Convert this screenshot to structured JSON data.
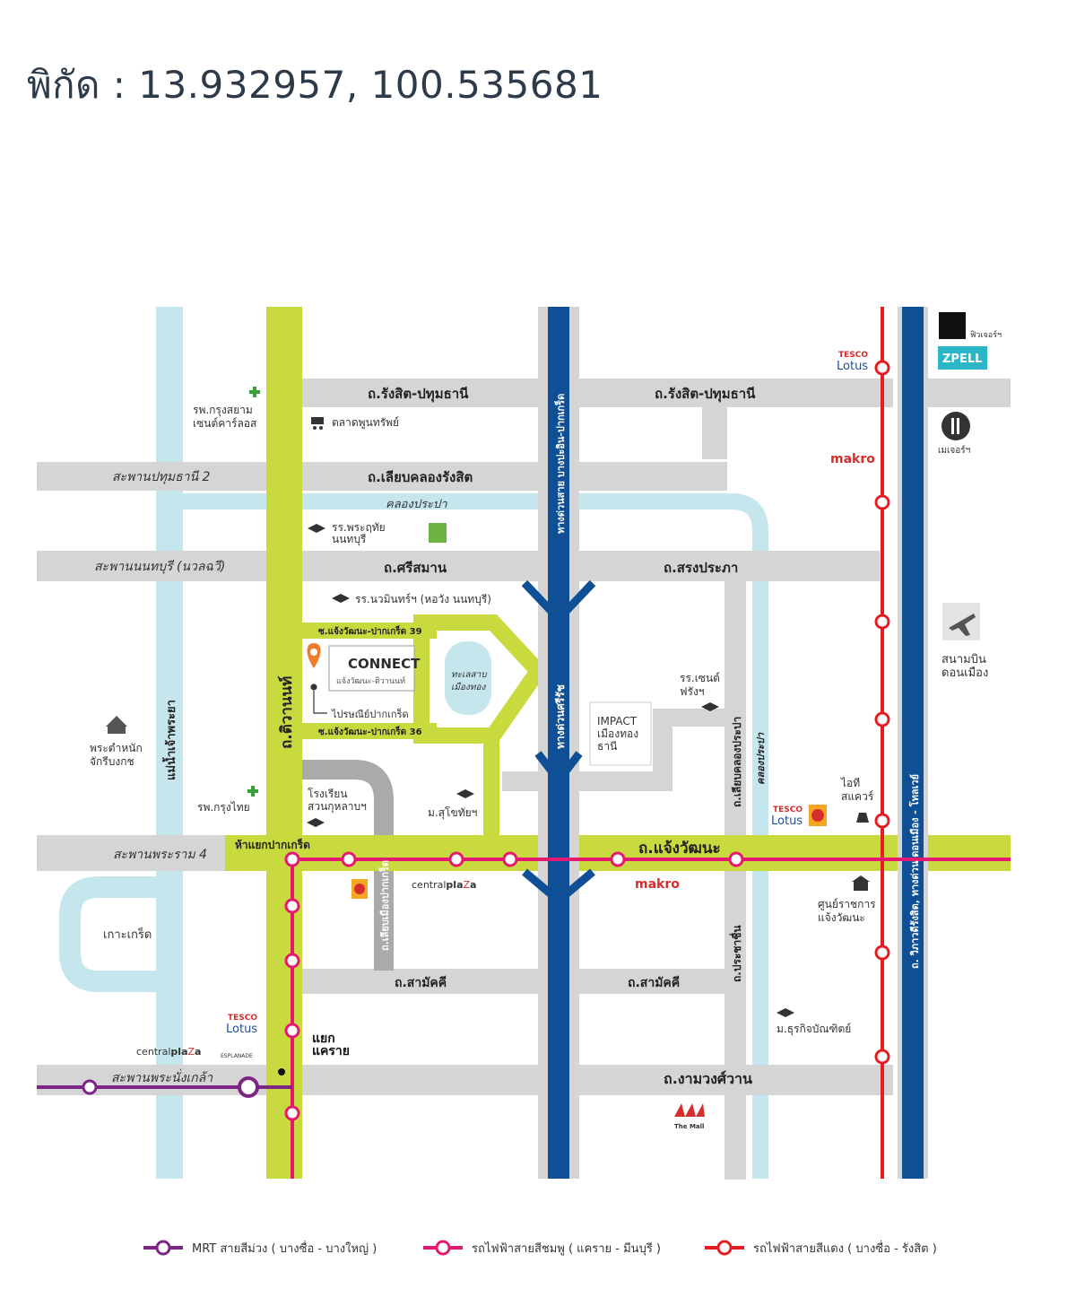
{
  "header": {
    "coordinates": "พิกัด : 13.932957, 100.535681"
  },
  "colors": {
    "road_grey": "#d5d5d5",
    "road_lime": "#c9da3e",
    "canal_blue": "#c6e6ee",
    "expressway_blue": "#0e4f95",
    "red_line": "#e31e24",
    "pink_line": "#e5196f",
    "purple_line": "#7b2584"
  },
  "map": {
    "roads": {
      "rangsit_pathum_1": "ถ.รังสิต-ปทุมธานี",
      "rangsit_pathum_2": "ถ.รังสิต-ปทุมธานี",
      "liab_rangsit": "ถ.เลียบคลองรังสิต",
      "sri_saman": "ถ.ศรีสมาน",
      "song_prapa": "ถ.สรงประภา",
      "chaengwattana": "ถ.แจ้งวัฒนะ",
      "samakkhi_1": "ถ.สามัคคี",
      "samakkhi_2": "ถ.สามัคคี",
      "ngam_wong_wan": "ถ.งามวงศ์วาน",
      "tiwanon": "ถ.ติวานนท์",
      "expressway_1": "ทางด่วนสาย บางปะอิน-ปากเกร็ด",
      "expressway_2": "ทางด่วนศรีรัช",
      "liab_prapa": "ถ.เลียบคลองประปา",
      "liab_pakkret": "ถ.เลียบเมืองปากเกร็ด",
      "prachachuen": "ถ.ประชาชื่น",
      "vibhavadi": "ถ. วิภาวดีรังสิต, ทางด่วน ดอนเมือง - โทลเวย์",
      "soi_39": "ซ.แจ้งวัฒนะ-ปากเกร็ด 39",
      "soi_36": "ซ.แจ้งวัฒนะ-ปากเกร็ด 36"
    },
    "bridges": {
      "pathum_2": "สะพานปทุมธานี 2",
      "nonthaburi": "สะพานนนทบุรี (นวลฉวี)",
      "rama4": "สะพานพระราม 4",
      "nang_klao": "สะพานพระนั่งเกล้า"
    },
    "water": {
      "chao_phraya": "แม่น้ำเจ้าพระยา",
      "prapa_canal_h": "คลองประปา",
      "prapa_canal_v": "คลองประปา",
      "lake": "ทะเลสาบ\nเมืองทอง",
      "ko_kret": "เกาะเกร็ด"
    },
    "places": {
      "kasemrad": "รพ.กรุงสยาม\nเซนต์คาร์ลอส",
      "market": "ตลาดพูนทรัพย์",
      "school_1": "รร.พระฤทัย\nนนทบุรี",
      "school_2": "รร.นวมินทร์ฯ (หอวัง นนทบุรี)",
      "project": "แจ้งวัฒนะ-ติวานนท์",
      "post_office": "ไปรษณีย์ปากเกร็ด",
      "st_francis": "รร.เซนต์\nฟรังฯ",
      "impact": "IMPACT\nเมืองทอง\nธานี",
      "shrine": "พระตำหนัก\nจักรีบงกช",
      "krung_thai": "รพ.กรุงไทย",
      "suan_kularb": "โรงเรียน\nสวนกุหลาบฯ",
      "stou": "ม.สุโขทัยฯ",
      "pak_kret_junction": "ห้าแยกปากเกร็ด",
      "it_square": "ไอที\nสแควร์",
      "government_center": "ศูนย์ราชการ\nแจ้งวัฒนะ",
      "dhurakij": "ม.ธุรกิจบัณฑิตย์",
      "khae_rai": "แยก\nแคราย",
      "airport": "สนามบิน\nดอนเมือง",
      "future_park": "ฟิวเจอร์ฯ",
      "major": "เมเจอร์ฯ"
    },
    "brands": {
      "connect": "CONNECT",
      "tesco_top": "TESCO",
      "lotus": "Lotus",
      "makro": "makro",
      "central": "central",
      "plaza": "pla",
      "plaza_end": "a",
      "esplanade": "ESPLANADE",
      "zpell": "ZPELL",
      "the_mall": "The Mall"
    }
  },
  "legend": [
    {
      "label": "MRT สายสีม่วง ( บางซื่อ - บางใหญ่ )",
      "color": "#7b2584"
    },
    {
      "label": "รถไฟฟ้าสายสีชมพู ( แคราย - มีนบุรี )",
      "color": "#e5196f"
    },
    {
      "label": "รถไฟฟ้าสายสีแดง ( บางซื่อ - รังสิต )",
      "color": "#e31e24"
    }
  ]
}
